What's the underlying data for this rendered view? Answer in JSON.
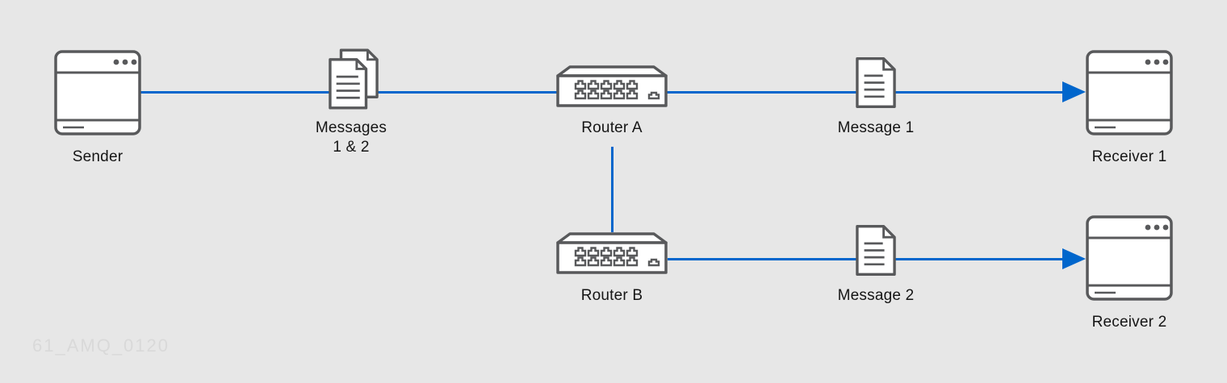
{
  "colors": {
    "background": "#e7e7e7",
    "connector": "#0066cc",
    "icon_stroke": "#58595b",
    "label": "#151515",
    "watermark": "#d9d9d9"
  },
  "nodes": {
    "sender": {
      "label": "Sender",
      "icon": "browser-window"
    },
    "messages": {
      "label_line1": "Messages",
      "label_line2": "1 & 2",
      "icon": "document-stack"
    },
    "router_a": {
      "label": "Router A",
      "icon": "network-router"
    },
    "message_1": {
      "label": "Message 1",
      "icon": "document"
    },
    "receiver_1": {
      "label": "Receiver 1",
      "icon": "browser-window"
    },
    "router_b": {
      "label": "Router B",
      "icon": "network-router"
    },
    "message_2": {
      "label": "Message 2",
      "icon": "document"
    },
    "receiver_2": {
      "label": "Receiver 2",
      "icon": "browser-window"
    }
  },
  "connections": [
    "sender -> messages -> router_a -> message_1 -> receiver_1",
    "router_a -> router_b",
    "router_b -> message_2 -> receiver_2"
  ],
  "watermark": {
    "text": "61_AMQ_0120"
  }
}
